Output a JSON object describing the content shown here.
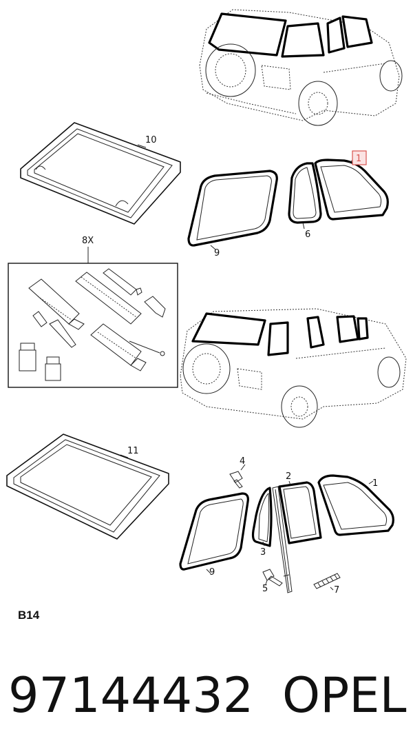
{
  "callouts": {
    "c10": "10",
    "c1_top": "1",
    "c6": "6",
    "c9_top": "9",
    "c8x": "8X",
    "c11": "11",
    "c4": "4",
    "c2": "2",
    "c1_bottom": "1",
    "c3": "3",
    "c9_bottom": "9",
    "c5": "5",
    "c7": "7"
  },
  "section_code": "B14",
  "part_number": "97144432",
  "brand": "OPEL",
  "colors": {
    "highlight": "#d9534f",
    "highlight_fill": "#fbe3e3",
    "ink": "#111111"
  }
}
